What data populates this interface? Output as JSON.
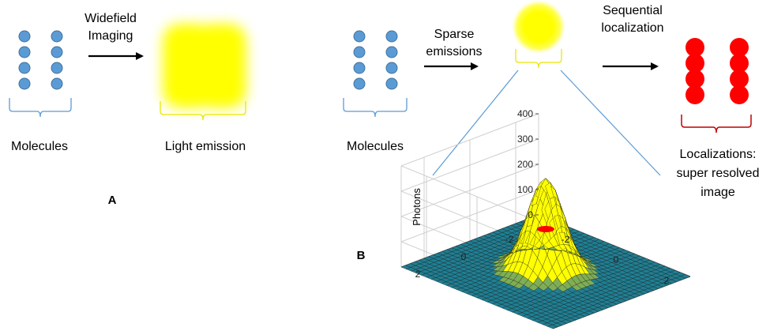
{
  "colors": {
    "molecule": "#5b9bd5",
    "molecule_stroke": "#41719c",
    "molecule_brace": "#5b9bd5",
    "emission": "#ffff00",
    "emission_brace": "#e8e800",
    "localization": "#ff0000",
    "localization_brace": "#c00000",
    "zoom_line": "#5b9bd5",
    "surface": "#ffff00",
    "floor": "#1f7f93",
    "peak": "#ff0000"
  },
  "panel_a": {
    "molecules_label": "Molecules",
    "arrow_label_line1": "Widefield",
    "arrow_label_line2": "Imaging",
    "emission_label": "Light emission",
    "panel_letter": "A"
  },
  "panel_b": {
    "molecules_label": "Molecules",
    "arrow1_label_line1": "Sparse",
    "arrow1_label_line2": "emissions",
    "arrow2_label_line1": "Sequential",
    "arrow2_label_line2": "localization",
    "result_line1": "Localizations:",
    "result_line2": "super resolved",
    "result_line3": "image",
    "panel_letter": "B"
  },
  "chart_data": {
    "type": "surface",
    "zlabel": "Photons",
    "zlim": [
      0,
      400
    ],
    "zticks": [
      "0",
      "100",
      "200",
      "300",
      "400"
    ],
    "xticks": [
      "-2",
      "0",
      "2"
    ],
    "yticks": [
      "2",
      "0",
      "-2"
    ],
    "peak_value": 370
  }
}
